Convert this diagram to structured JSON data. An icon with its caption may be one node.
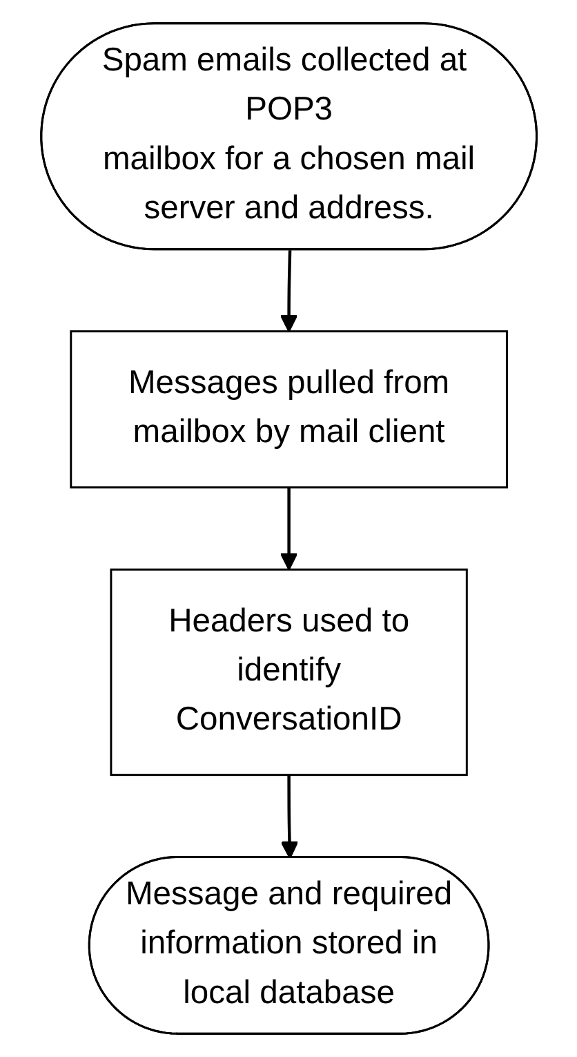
{
  "diagram": {
    "nodes": [
      {
        "text": [
          "Spam emails collected at POP3 mailbox for a chosen mail server and address."
        ]
      },
      {
        "text": [
          "Messages pulled from mailbox by mail client"
        ]
      },
      {
        "text": [
          "Headers used to identify ConversationID"
        ]
      },
      {
        "text": [
          "Message and required information stored in local database"
        ]
      }
    ],
    "edges": [
      {
        "from": 0,
        "to": 1,
        "arrow": "to"
      },
      {
        "from": 1,
        "to": 2,
        "arrow": "to"
      },
      {
        "from": 2,
        "to": 3,
        "arrow": "to"
      }
    ]
  }
}
